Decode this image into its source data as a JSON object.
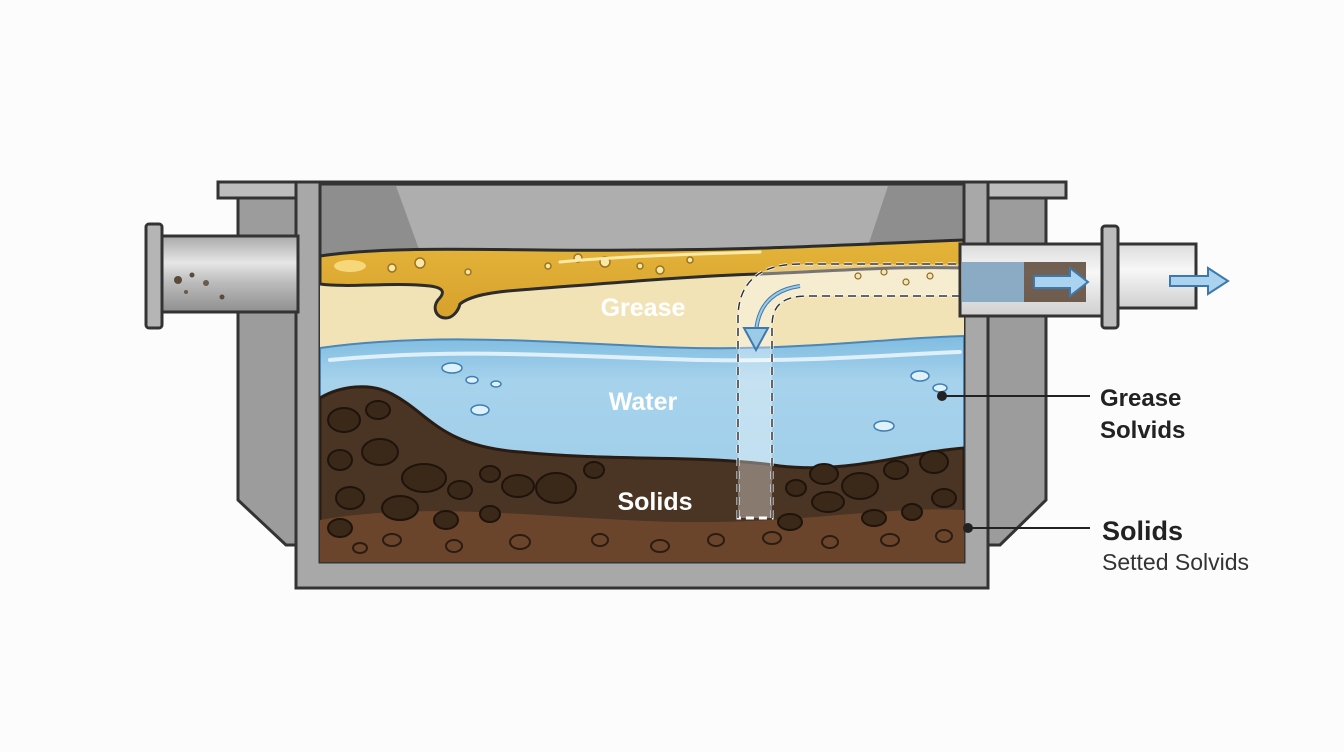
{
  "layers": {
    "grease": "Grease",
    "water": "Water",
    "solids": "Solids"
  },
  "callouts": {
    "grease_title": "Grease",
    "grease_sub": "Solvids",
    "solids_title": "Solids",
    "solids_sub": "Setted Solvids"
  },
  "colors": {
    "tank_grey": "#9a9a9a",
    "tank_dark": "#7d7d7d",
    "grease_yellow": "#e9c65a",
    "grease_cream": "#f1e2b4",
    "water_blue": "#a9d3ea",
    "solids_brown": "#4a3424",
    "arrow_blue": "#7fb6dd"
  }
}
